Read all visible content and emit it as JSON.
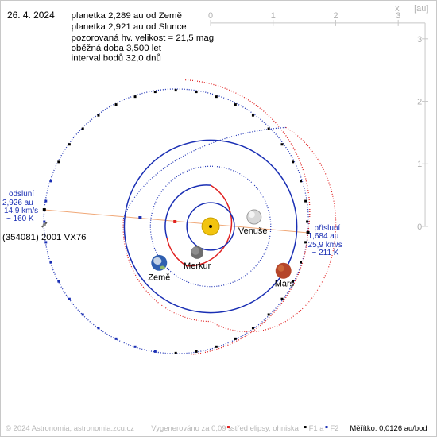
{
  "date": "26. 4. 2024",
  "info_lines": [
    "planetka 2,289 au od Země",
    "planetka 2,921 au od Slunce",
    "pozorovaná hv. velikost = 21,5 mag",
    "oběžná doba 3,500 let",
    "interval bodů 32,0 dnů"
  ],
  "scale": {
    "x_unit": "x",
    "y_unit": "[au]",
    "x_ticks": [
      "0",
      "1",
      "2",
      "3"
    ],
    "y_ticks": [
      "3",
      "2",
      "1",
      "0"
    ]
  },
  "bodies": {
    "sun": "",
    "mercury": "Merkur",
    "venus": "Venuše",
    "earth": "Země",
    "mars": "Mars",
    "asteroid": "(354081) 2001 VX76"
  },
  "aphelion": {
    "title": "odsluní",
    "distance": "2,926 au",
    "speed": "14,9 km/s",
    "temp": "~ 160 K"
  },
  "perihelion": {
    "title": "přísluní",
    "distance": "1,684 au",
    "speed": "25,9 km/s",
    "temp": "~ 211 K"
  },
  "footer": {
    "copyright": "© 2024 Astronomia, astronomia.zcu.cz",
    "generated": "Vygenerováno za 0,09 s",
    "legend_center": "střed elipsy, ohniska",
    "legend_f1": "F1 a",
    "legend_f2": "F2",
    "scale_label": "Měřítko: 0,0126 au/bod"
  },
  "colors": {
    "sun": "#f2c40f",
    "mars": "#b5452a",
    "near_side": "#e02020",
    "far_side": "#1a2fb4",
    "inner_orbit_dots": "#1a2fb4",
    "label_blue": "#1a2fb4",
    "apsis_line": "#f0a878",
    "axis": "#c8c8c8"
  }
}
